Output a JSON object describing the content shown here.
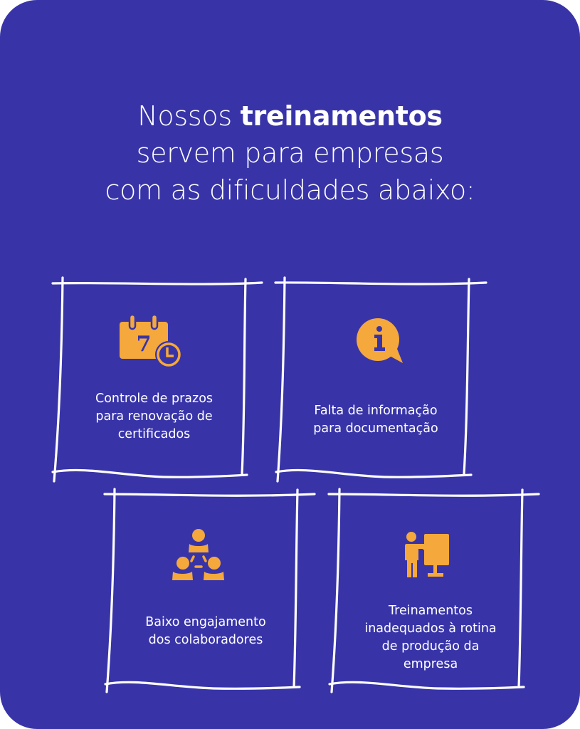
{
  "headline": {
    "line1_regular": "Nossos ",
    "line1_bold": "treinamentos",
    "line2": "servem para empresas",
    "line3": "com as dificuldades abaixo:"
  },
  "colors": {
    "background": "#3834A8",
    "accent": "#F5A83B",
    "text": "#FFFFFF",
    "frame": "#FFFFFF"
  },
  "cards": [
    {
      "icon": "calendar-clock-icon",
      "icon_number": "7",
      "lines": [
        "Controle de prazos",
        "para renovação de",
        "certificados"
      ]
    },
    {
      "icon": "info-speech-bubble-icon",
      "icon_letter": "i",
      "lines": [
        "Falta de informação",
        "para documentação"
      ]
    },
    {
      "icon": "team-network-icon",
      "lines": [
        "Baixo engajamento",
        "dos colaboradores"
      ]
    },
    {
      "icon": "presentation-trainer-icon",
      "lines": [
        "Treinamentos",
        "inadequados à rotina",
        "de produção da",
        "empresa"
      ]
    }
  ]
}
